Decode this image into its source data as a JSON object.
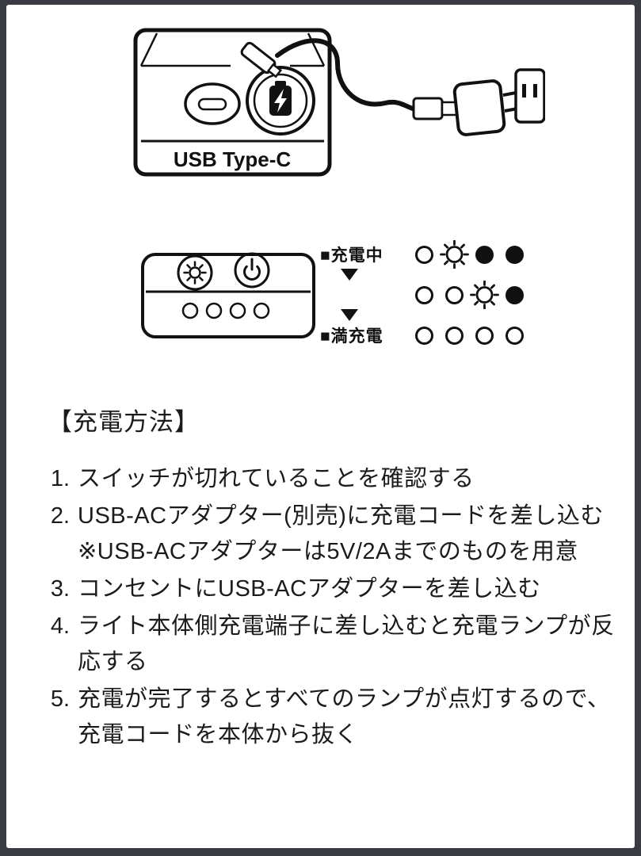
{
  "top_diagram": {
    "label": "USB Type-C"
  },
  "charge_status": {
    "rows": [
      {
        "label": "■充電中",
        "states": [
          "open",
          "rays",
          "filled",
          "filled"
        ]
      },
      {
        "label": "",
        "states": [
          "open",
          "open",
          "rays",
          "filled"
        ]
      },
      {
        "label": "■満充電",
        "states": [
          "open",
          "open",
          "open",
          "open"
        ]
      }
    ]
  },
  "instructions": {
    "heading": "【充電方法】",
    "items": [
      {
        "num": "1.",
        "text": "スイッチが切れていることを確認する"
      },
      {
        "num": "2.",
        "text": "USB-ACアダプター(別売)に充電コードを差し込む ※USB-ACアダプターは5V/2Aまでのものを用意"
      },
      {
        "num": "3.",
        "text": "コンセントにUSB-ACアダプターを差し込む"
      },
      {
        "num": "4.",
        "text": "ライト本体側充電端子に差し込むと充電ランプが反応する"
      },
      {
        "num": "5.",
        "text": "充電が完了するとすべてのランプが点灯するので、充電コードを本体から抜く"
      }
    ]
  },
  "colors": {
    "frame": "#3a3a43",
    "background": "#ffffff",
    "ink": "#111111"
  }
}
